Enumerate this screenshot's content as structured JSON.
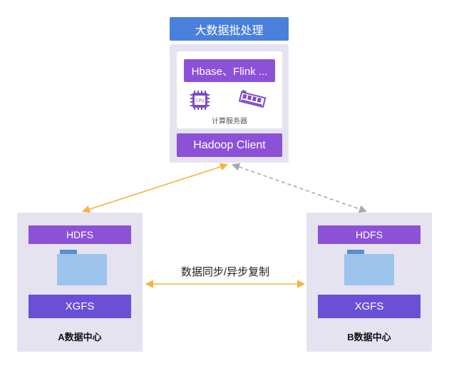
{
  "batch": {
    "title": "大数据批处理"
  },
  "server": {
    "frameworks": "Hbase、Flink ...",
    "cpu_icon_text": "CPU",
    "caption": "计算服务器",
    "client": "Hadoop Client",
    "icons": [
      "cpu-chip-icon",
      "memory-stick-icon"
    ]
  },
  "sync_label": "数据同步/异步复制",
  "datacenters": [
    {
      "name": "A数据中心",
      "hdfs": "HDFS",
      "xgfs": "XGFS",
      "icon": "folder-icon"
    },
    {
      "name": "B数据中心",
      "hdfs": "HDFS",
      "xgfs": "XGFS",
      "icon": "folder-icon"
    }
  ],
  "colors": {
    "header": "#4a80dc",
    "panel": "#e5e3f0",
    "purple_bar": "#8d51d8",
    "xgfs_bar": "#6b4fd6",
    "folder_body": "#9cc4ec",
    "folder_tab": "#5b8fc7",
    "sync_arrow": "#f5b342",
    "dashed_arrow": "#a9a9a9"
  }
}
